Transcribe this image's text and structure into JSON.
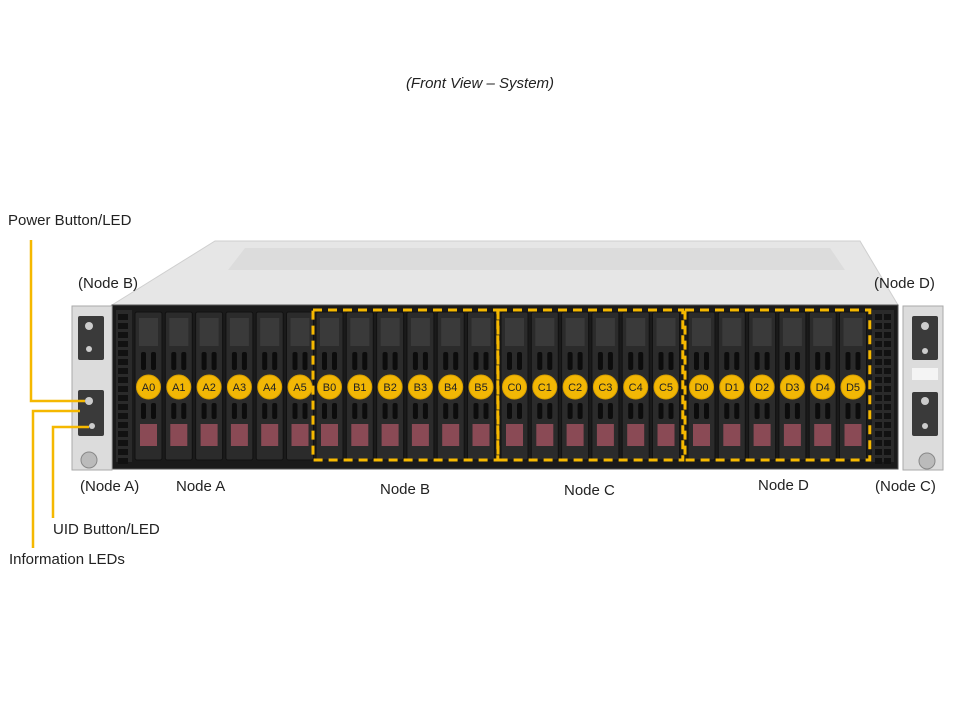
{
  "title": "(Front View – System)",
  "callouts": {
    "power": "Power Button/LED",
    "uid": "UID Button/LED",
    "info": "Information  LEDs"
  },
  "ear_labels": {
    "top_left": "(Node B)",
    "bottom_left": "(Node A)",
    "top_right": "(Node D)",
    "bottom_right": "(Node C)"
  },
  "nodes": [
    {
      "label": "Node A",
      "bays": [
        "A0",
        "A1",
        "A2",
        "A3",
        "A4",
        "A5"
      ],
      "highlighted": false
    },
    {
      "label": "Node B",
      "bays": [
        "B0",
        "B1",
        "B2",
        "B3",
        "B4",
        "B5"
      ],
      "highlighted": true
    },
    {
      "label": "Node C",
      "bays": [
        "C0",
        "C1",
        "C2",
        "C3",
        "C4",
        "C5"
      ],
      "highlighted": true
    },
    {
      "label": "Node D",
      "bays": [
        "D0",
        "D1",
        "D2",
        "D3",
        "D4",
        "D5"
      ],
      "highlighted": true
    }
  ],
  "colors": {
    "accent": "#f5b800",
    "bay_badge": "#f2b705",
    "release_tab": "#8a4a55"
  }
}
